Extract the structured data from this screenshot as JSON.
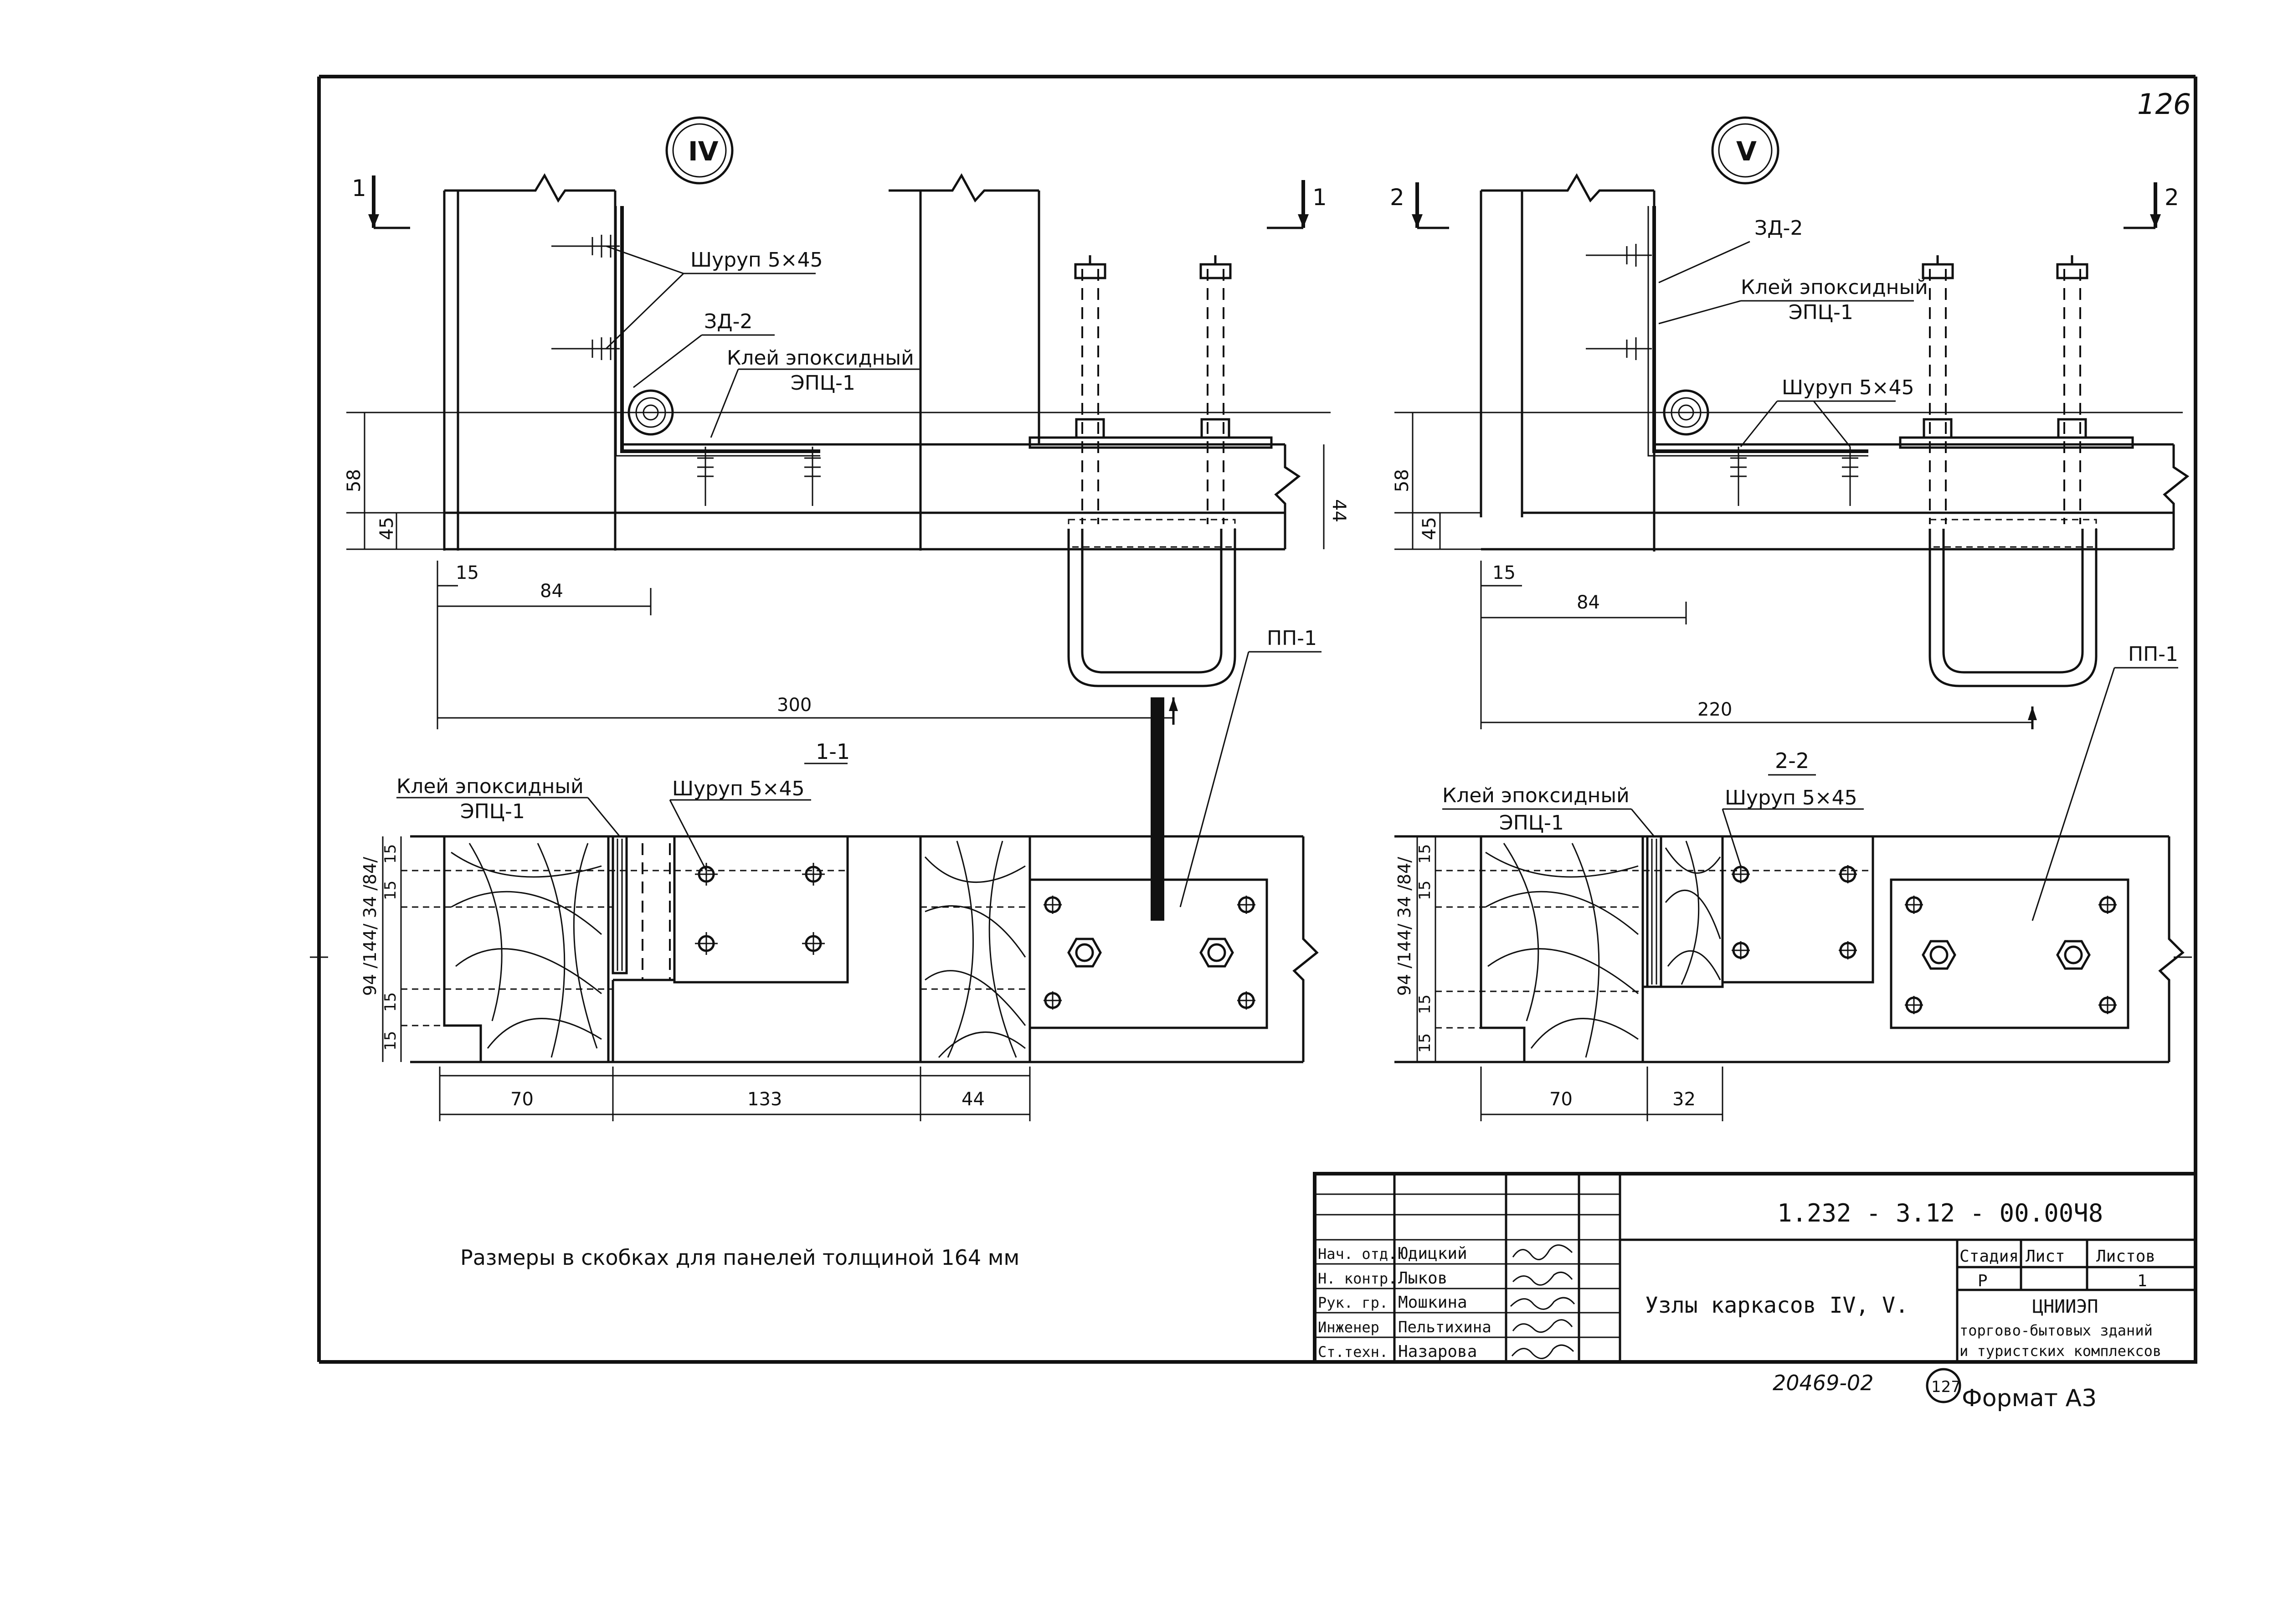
{
  "sheet": {
    "corner_number": "126",
    "node_iv": "IV",
    "node_v": "V"
  },
  "section_marks": {
    "iv_left": "1",
    "iv_right": "1",
    "v_left": "2",
    "v_right": "2",
    "section_1_title": "1-1",
    "section_2_title": "2-2"
  },
  "labels": {
    "screw": "Шуруп  5×45",
    "za2": "ЗД-2",
    "glue_line1": "Клей эпоксидный",
    "glue_line2": "ЭПЦ-1",
    "pp1": "ПП-1"
  },
  "dimensions": {
    "iv": {
      "d58": "58",
      "d45": "45",
      "d15": "15",
      "d84": "84",
      "d300": "300",
      "d44": "44"
    },
    "v": {
      "d58": "58",
      "d45": "45",
      "d15": "15",
      "d84": "84",
      "d220": "220"
    },
    "sec1": {
      "vert": "94 /144/   34 /84/",
      "d15a": "15",
      "d15b": "15",
      "d15c": "15",
      "d15d": "15",
      "d70": "70",
      "d133": "133",
      "d44": "44"
    },
    "sec2": {
      "vert": "94 /144/   34 /84/",
      "d15a": "15",
      "d15b": "15",
      "d15c": "15",
      "d15d": "15",
      "d70": "70",
      "d32": "32"
    }
  },
  "note": "Размеры в скобках для панелей толщиной 164 мм",
  "title_block": {
    "code": "1.232 - 3.12 - 00.00Ч8",
    "title": "Узлы каркасов IV, V.",
    "stage_hdr": "Стадия",
    "sheet_hdr": "Лист",
    "sheets_hdr": "Листов",
    "stage": "Р",
    "sheets": "1",
    "org_line1": "ЦНИИЭП",
    "org_line2": "торгово-бытовых зданий",
    "org_line3": "и туристских комплексов",
    "roles": [
      {
        "role": "Нач. отд.",
        "name": "Юдицкий"
      },
      {
        "role": "Н. контр.",
        "name": "Лыков"
      },
      {
        "role": "Рук. гр.",
        "name": "Мошкина"
      },
      {
        "role": "Инженер",
        "name": "Пельтихина"
      },
      {
        "role": "Ст.техн.",
        "name": "Назарова"
      }
    ]
  },
  "footer": {
    "inv_number": "20469-02",
    "circle_number": "127",
    "format": "Формат А3"
  }
}
